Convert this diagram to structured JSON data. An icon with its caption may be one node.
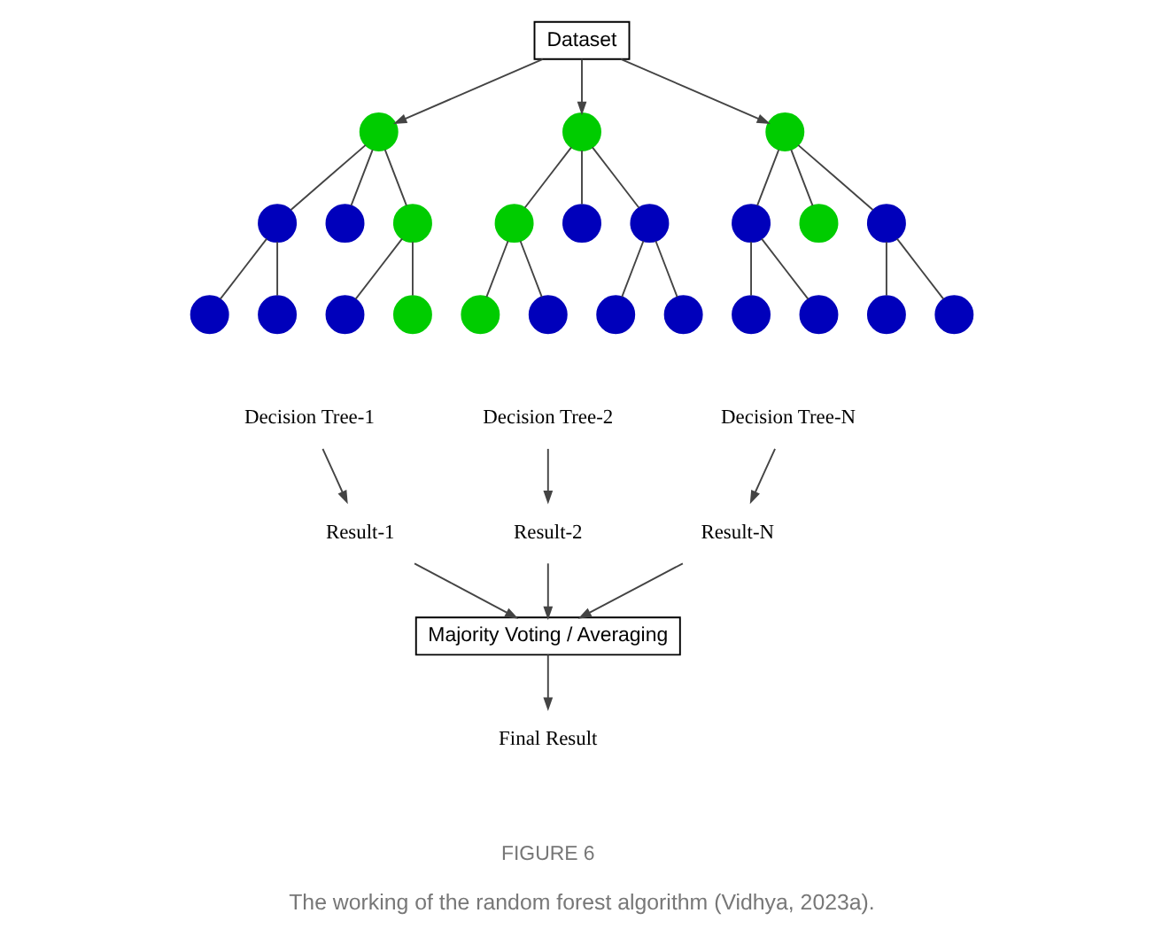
{
  "diagram": {
    "caption": "The working of the random forest algorithm (Vidhya, 2023a).",
    "nodes": [
      {
        "text": [
          "Dataset"
        ]
      },
      {
        "text": [],
        "shape": "circle"
      },
      {
        "text": [],
        "shape": "circle"
      },
      {
        "text": [],
        "shape": "circle"
      },
      {
        "text": [],
        "shape": "circle"
      },
      {
        "text": [],
        "shape": "circle"
      },
      {
        "text": [],
        "shape": "circle"
      },
      {
        "text": [],
        "shape": "circle"
      },
      {
        "text": [],
        "shape": "circle"
      },
      {
        "text": [],
        "shape": "circle"
      },
      {
        "text": [],
        "shape": "circle"
      },
      {
        "text": [],
        "shape": "circle"
      },
      {
        "text": [],
        "shape": "circle"
      },
      {
        "text": [],
        "shape": "circle"
      },
      {
        "text": [],
        "shape": "circle"
      },
      {
        "text": [],
        "shape": "circle"
      },
      {
        "text": [],
        "shape": "circle"
      },
      {
        "text": [],
        "shape": "circle"
      },
      {
        "text": [],
        "shape": "circle"
      },
      {
        "text": [],
        "shape": "circle"
      },
      {
        "text": [],
        "shape": "circle"
      },
      {
        "text": [],
        "shape": "circle"
      },
      {
        "text": [],
        "shape": "circle"
      },
      {
        "text": [],
        "shape": "circle"
      },
      {
        "text": [],
        "shape": "circle"
      },
      {
        "text": [
          "Decision Tree-1"
        ]
      },
      {
        "text": [
          "Decision Tree-2"
        ]
      },
      {
        "text": [
          "Decision Tree-N"
        ]
      },
      {
        "text": [
          "Result-1"
        ]
      },
      {
        "text": [
          "Result-2"
        ]
      },
      {
        "text": [
          "Result-N"
        ]
      },
      {
        "text": [
          "Majority Voting / Averaging"
        ]
      },
      {
        "text": [
          "Final Result"
        ]
      }
    ],
    "edges": [
      {
        "from": 0,
        "to": 1,
        "arrow": "to"
      },
      {
        "from": 0,
        "to": 2,
        "arrow": "to"
      },
      {
        "from": 0,
        "to": 3,
        "arrow": "to"
      },
      {
        "from": 1,
        "to": 4,
        "arrow": "none"
      },
      {
        "from": 1,
        "to": 5,
        "arrow": "none"
      },
      {
        "from": 1,
        "to": 6,
        "arrow": "none"
      },
      {
        "from": 4,
        "to": 13,
        "arrow": "none"
      },
      {
        "from": 4,
        "to": 14,
        "arrow": "none"
      },
      {
        "from": 6,
        "to": 15,
        "arrow": "none"
      },
      {
        "from": 6,
        "to": 16,
        "arrow": "none"
      },
      {
        "from": 2,
        "to": 7,
        "arrow": "none"
      },
      {
        "from": 2,
        "to": 8,
        "arrow": "none"
      },
      {
        "from": 2,
        "to": 9,
        "arrow": "none"
      },
      {
        "from": 7,
        "to": 17,
        "arrow": "none"
      },
      {
        "from": 7,
        "to": 18,
        "arrow": "none"
      },
      {
        "from": 9,
        "to": 19,
        "arrow": "none"
      },
      {
        "from": 9,
        "to": 20,
        "arrow": "none"
      },
      {
        "from": 3,
        "to": 10,
        "arrow": "none"
      },
      {
        "from": 3,
        "to": 11,
        "arrow": "none"
      },
      {
        "from": 3,
        "to": 12,
        "arrow": "none"
      },
      {
        "from": 10,
        "to": 21,
        "arrow": "none"
      },
      {
        "from": 10,
        "to": 22,
        "arrow": "none"
      },
      {
        "from": 12,
        "to": 23,
        "arrow": "none"
      },
      {
        "from": 12,
        "to": 24,
        "arrow": "none"
      },
      {
        "from": 25,
        "to": 28,
        "arrow": "to"
      },
      {
        "from": 26,
        "to": 29,
        "arrow": "to"
      },
      {
        "from": 27,
        "to": 30,
        "arrow": "to"
      },
      {
        "from": 28,
        "to": 31,
        "arrow": "to"
      },
      {
        "from": 29,
        "to": 31,
        "arrow": "to"
      },
      {
        "from": 30,
        "to": 31,
        "arrow": "to"
      },
      {
        "from": 31,
        "to": 32,
        "arrow": "to"
      }
    ],
    "labels": [
      "FIGURE 6"
    ]
  }
}
